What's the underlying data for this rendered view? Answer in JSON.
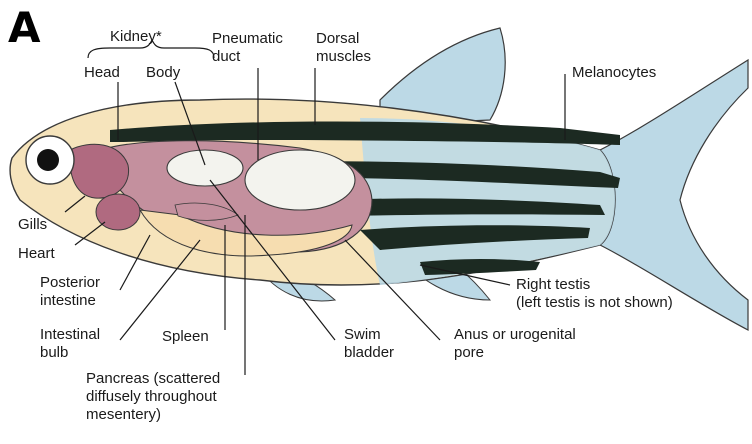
{
  "panel_letter": "A",
  "labels": {
    "kidney": "Kidney*",
    "kidney_head": "Head",
    "kidney_body": "Body",
    "pneumatic_duct": "Pneumatic duct",
    "dorsal_muscles": "Dorsal muscles",
    "melanocytes": "Melanocytes",
    "gills": "Gills",
    "heart": "Heart",
    "posterior_intestine": "Posterior intestine",
    "intestinal_bulb": "Intestinal bulb",
    "spleen": "Spleen",
    "swim_bladder": "Swim bladder",
    "anus": "Anus or urogenital pore",
    "right_testis": "Right testis",
    "left_testis_note": "(left testis is not shown)",
    "pancreas": "Pancreas (scattered diffusely throughout mesentery)"
  },
  "colors": {
    "body_skin": "#f6e4bc",
    "fin": "#bcd9e6",
    "stripe": "#1c2a22",
    "organ_mauve": "#c4909e",
    "heart": "#b06a80",
    "swim_bladder": "#f3f3ee",
    "intestine": "#f6ddb0",
    "outline": "#3a3a3a"
  }
}
